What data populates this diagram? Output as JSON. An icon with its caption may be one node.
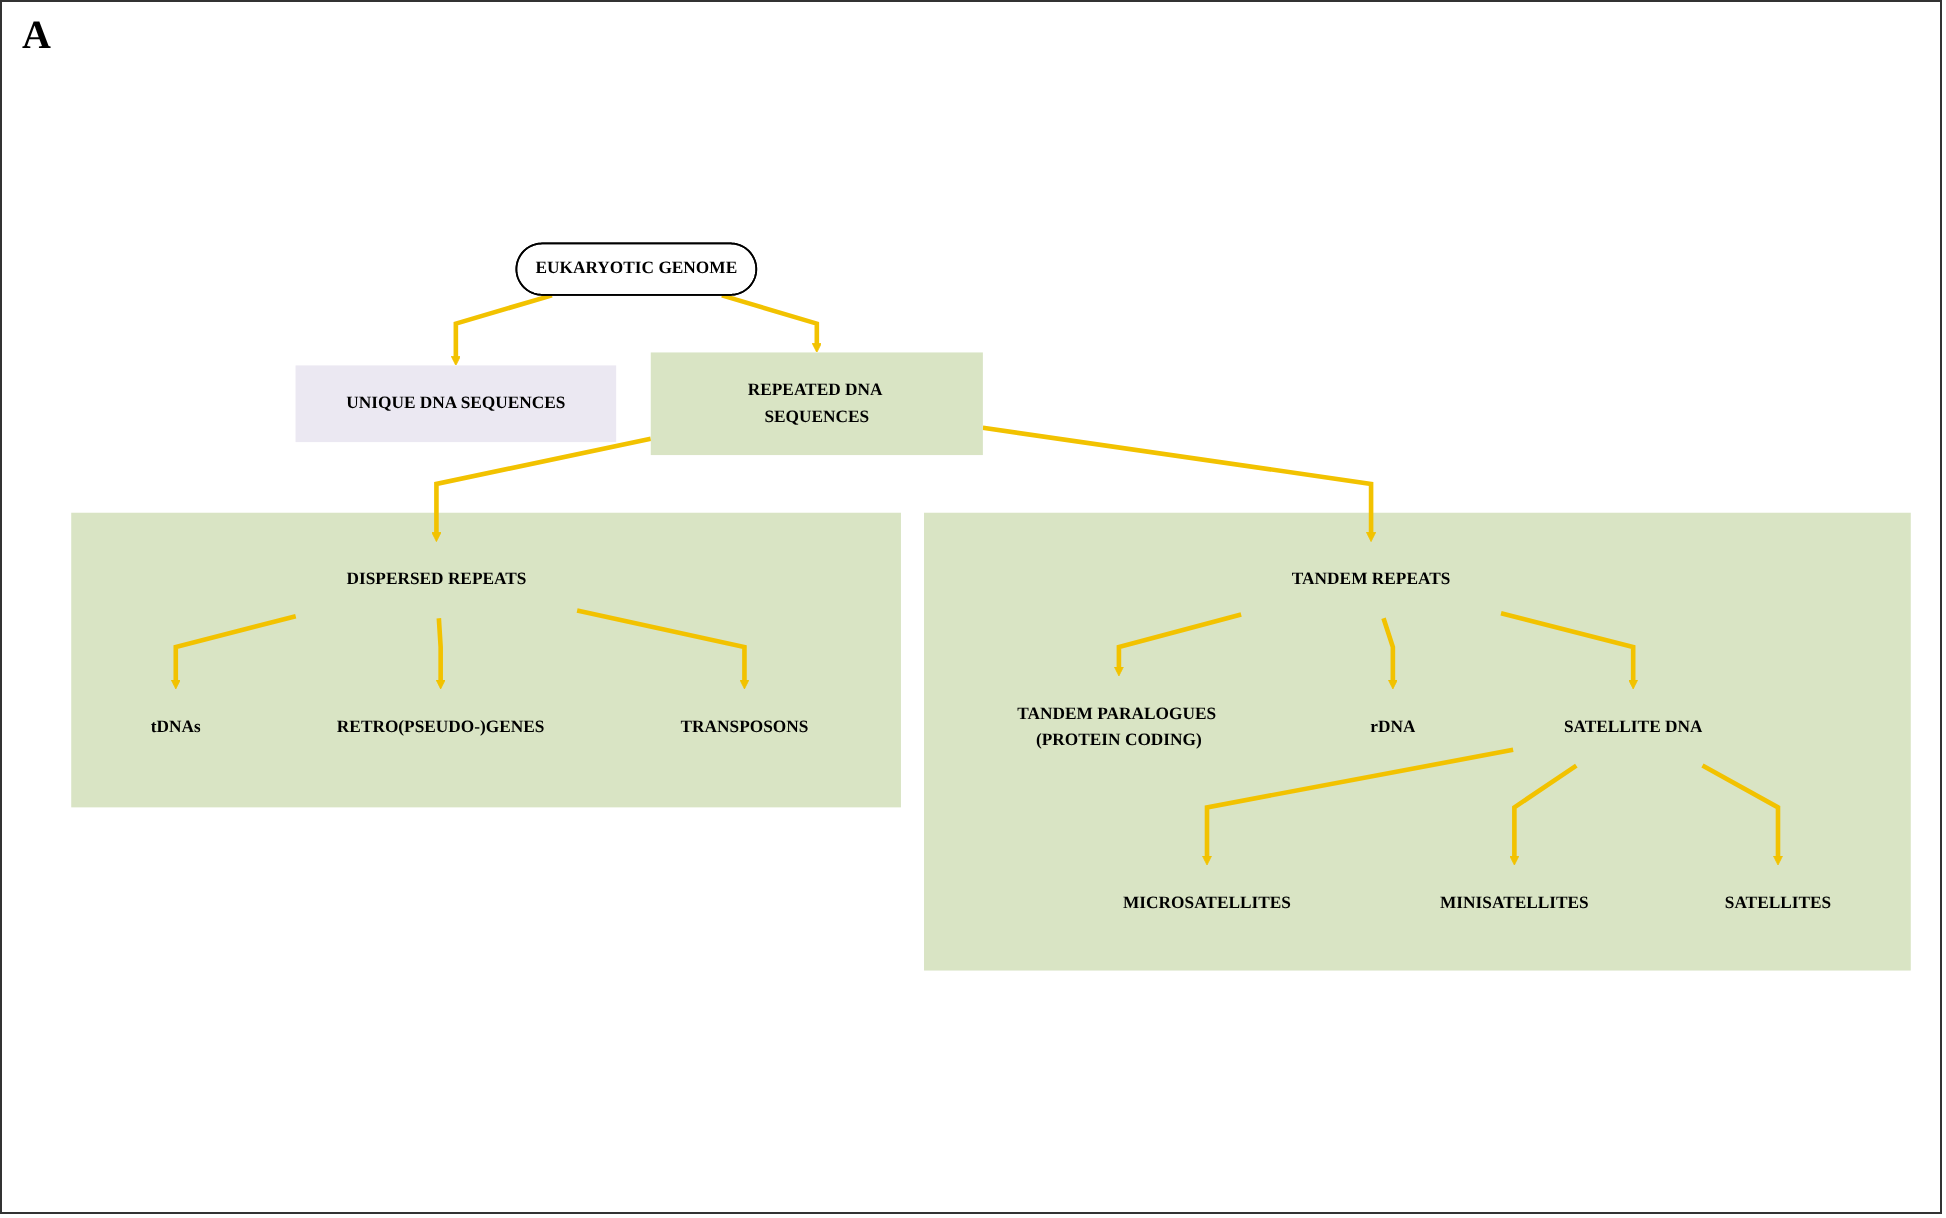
{
  "diagram": {
    "nodes": [
      {
        "text": [
          "EUKARYOTIC GENOME"
        ]
      },
      {
        "text": [
          "UNIQUE DNA SEQUENCES"
        ]
      },
      {
        "text": [
          "REPEATED DNA SEQUENCES"
        ]
      },
      {
        "text": [],
        "shape": "box"
      },
      {
        "text": [
          "TANDEM REPEATS"
        ],
        "in": 3
      },
      {
        "text": [
          "TANDEM PARALOGUES (PROTEIN CODING)"
        ],
        "in": 3
      },
      {
        "text": [
          "rDNA"
        ],
        "in": 3
      },
      {
        "text": [
          "SATELLITE DNA"
        ],
        "in": 3
      },
      {
        "text": [
          "MICROSATELLITES"
        ],
        "in": 3
      },
      {
        "text": [
          "MINISATELLITES"
        ],
        "in": 3
      },
      {
        "text": [
          "SATELLITES"
        ],
        "in": 3
      },
      {
        "text": [],
        "shape": "box"
      },
      {
        "text": [
          "DISPERSED REPEATS"
        ],
        "in": 11
      },
      {
        "text": [
          "tDNAs"
        ],
        "in": 11
      },
      {
        "text": [
          "RETRO(PSEUDO-)GENES"
        ],
        "in": 11
      },
      {
        "text": [
          "TRANSPOSONS"
        ],
        "in": 11
      }
    ],
    "edges": [
      {
        "from": 0,
        "to": 1,
        "arrow": "to"
      },
      {
        "from": 0,
        "to": 2,
        "arrow": "to"
      },
      {
        "from": 2,
        "to": 4,
        "arrow": "to"
      },
      {
        "from": 2,
        "to": 12,
        "arrow": "to"
      },
      {
        "from": 4,
        "to": 5,
        "arrow": "to"
      },
      {
        "from": 4,
        "to": 6,
        "arrow": "to"
      },
      {
        "from": 4,
        "to": 7,
        "arrow": "to"
      },
      {
        "from": 7,
        "to": 8,
        "arrow": "to"
      },
      {
        "from": 7,
        "to": 9,
        "arrow": "to"
      },
      {
        "from": 7,
        "to": 10,
        "arrow": "to"
      },
      {
        "from": 12,
        "to": 13,
        "arrow": "to"
      },
      {
        "from": 12,
        "to": 14,
        "arrow": "to"
      },
      {
        "from": 12,
        "to": 15,
        "arrow": "to"
      }
    ],
    "labels": [
      "A"
    ]
  }
}
